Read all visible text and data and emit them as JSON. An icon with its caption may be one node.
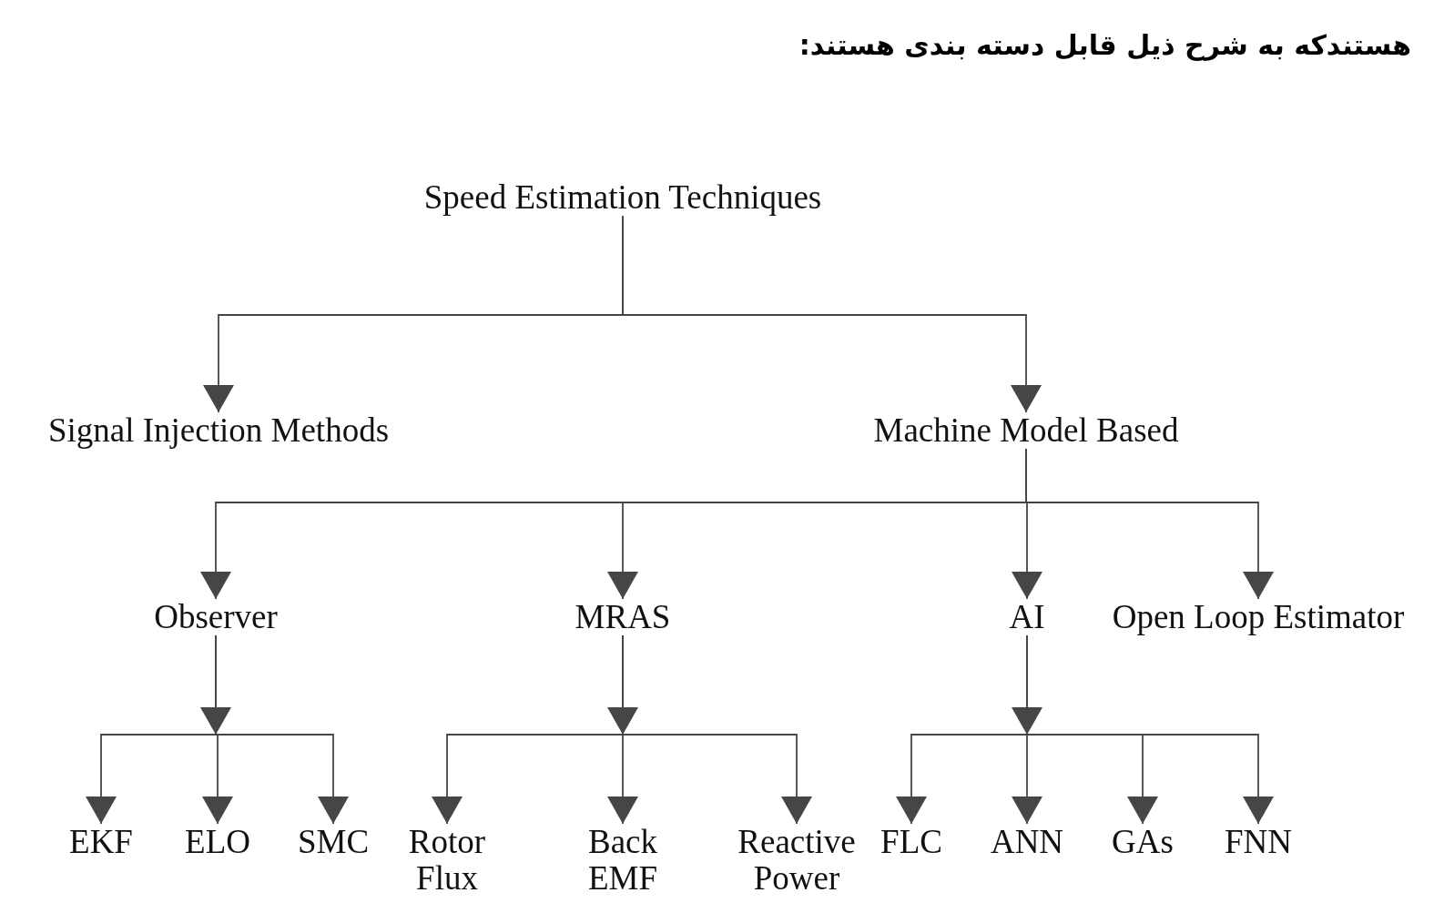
{
  "diagram": {
    "nodes": [
      {
        "text": [
          "Speed Estimation Techniques"
        ]
      },
      {
        "text": [
          "Signal Injection Methods"
        ]
      },
      {
        "text": [
          "Machine Model Based"
        ]
      },
      {
        "text": [
          "Observer"
        ]
      },
      {
        "text": [
          "MRAS"
        ]
      },
      {
        "text": [
          "AI"
        ]
      },
      {
        "text": [
          "Open Loop Estimator"
        ]
      },
      {
        "text": [
          "EKF"
        ]
      },
      {
        "text": [
          "ELO"
        ]
      },
      {
        "text": [
          "SMC"
        ]
      },
      {
        "text": [
          "Rotor Flux"
        ]
      },
      {
        "text": [
          "Back EMF"
        ]
      },
      {
        "text": [
          "Reactive Power"
        ]
      },
      {
        "text": [
          "FLC"
        ]
      },
      {
        "text": [
          "ANN"
        ]
      },
      {
        "text": [
          "GAs"
        ]
      },
      {
        "text": [
          "FNN"
        ]
      }
    ],
    "edges": [
      {
        "from": 0,
        "to": 1,
        "arrow": "to"
      },
      {
        "from": 0,
        "to": 2,
        "arrow": "to"
      },
      {
        "from": 2,
        "to": 3,
        "arrow": "to"
      },
      {
        "from": 2,
        "to": 4,
        "arrow": "to"
      },
      {
        "from": 2,
        "to": 5,
        "arrow": "to"
      },
      {
        "from": 2,
        "to": 6,
        "arrow": "to"
      },
      {
        "from": 3,
        "to": 7,
        "arrow": "to"
      },
      {
        "from": 3,
        "to": 8,
        "arrow": "to"
      },
      {
        "from": 3,
        "to": 9,
        "arrow": "to"
      },
      {
        "from": 4,
        "to": 10,
        "arrow": "to"
      },
      {
        "from": 4,
        "to": 11,
        "arrow": "to"
      },
      {
        "from": 4,
        "to": 12,
        "arrow": "to"
      },
      {
        "from": 5,
        "to": 13,
        "arrow": "to"
      },
      {
        "from": 5,
        "to": 14,
        "arrow": "to"
      },
      {
        "from": 5,
        "to": 15,
        "arrow": "to"
      },
      {
        "from": 5,
        "to": 16,
        "arrow": "to"
      }
    ],
    "labels": [
      "هستندکه به شرح ذیل قابل دسته بندی هستند:"
    ]
  }
}
